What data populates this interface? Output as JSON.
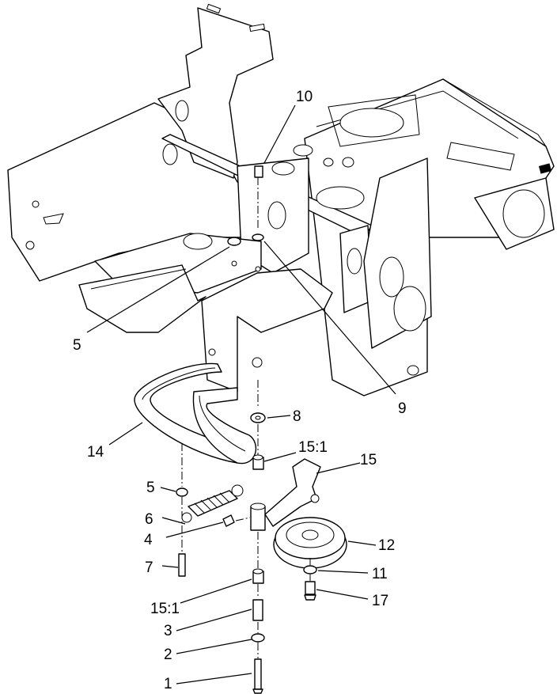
{
  "callouts": {
    "c1": "1",
    "c2": "2",
    "c3": "3",
    "c4": "4",
    "c5_upper": "5",
    "c5_lower": "5",
    "c6": "6",
    "c7": "7",
    "c8": "8",
    "c9": "9",
    "c10": "10",
    "c11": "11",
    "c12": "12",
    "c14": "14",
    "c15": "15",
    "c15_1_upper": "15:1",
    "c15_1_lower": "15:1",
    "c17": "17"
  }
}
